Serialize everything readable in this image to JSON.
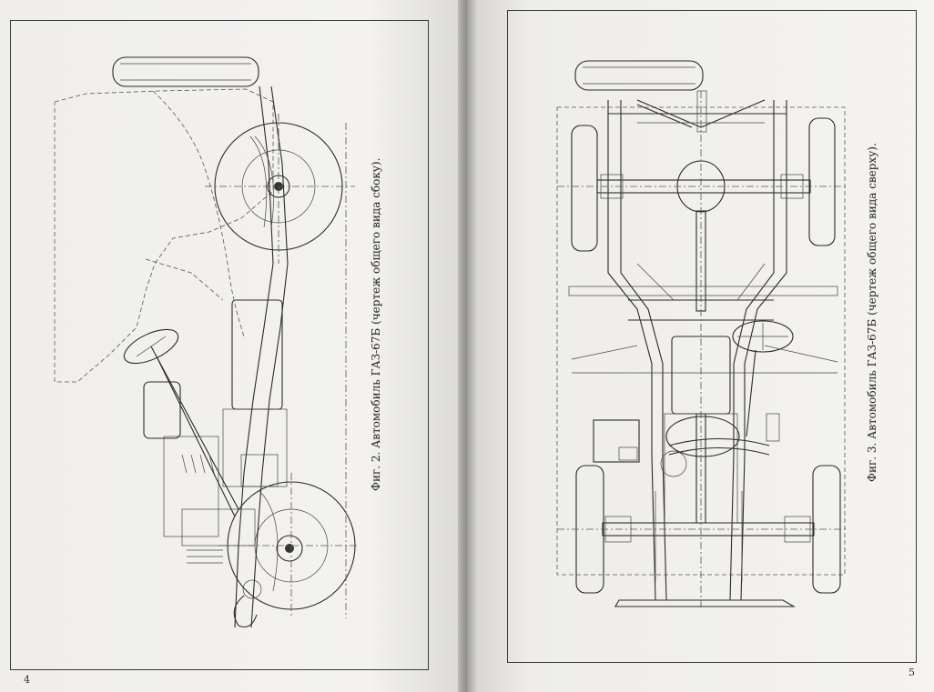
{
  "left_page": {
    "caption": "Фиг. 2. Автомобиль ГАЗ-67Б (чертеж общего вида сбоку).",
    "page_number": "4",
    "drawing_icon": "car-side-view-drawing"
  },
  "right_page": {
    "caption": "Фиг. 3. Автомобиль ГАЗ-67Б (чертеж общего вида сверху).",
    "page_number": "5",
    "drawing_icon": "car-top-view-drawing"
  }
}
